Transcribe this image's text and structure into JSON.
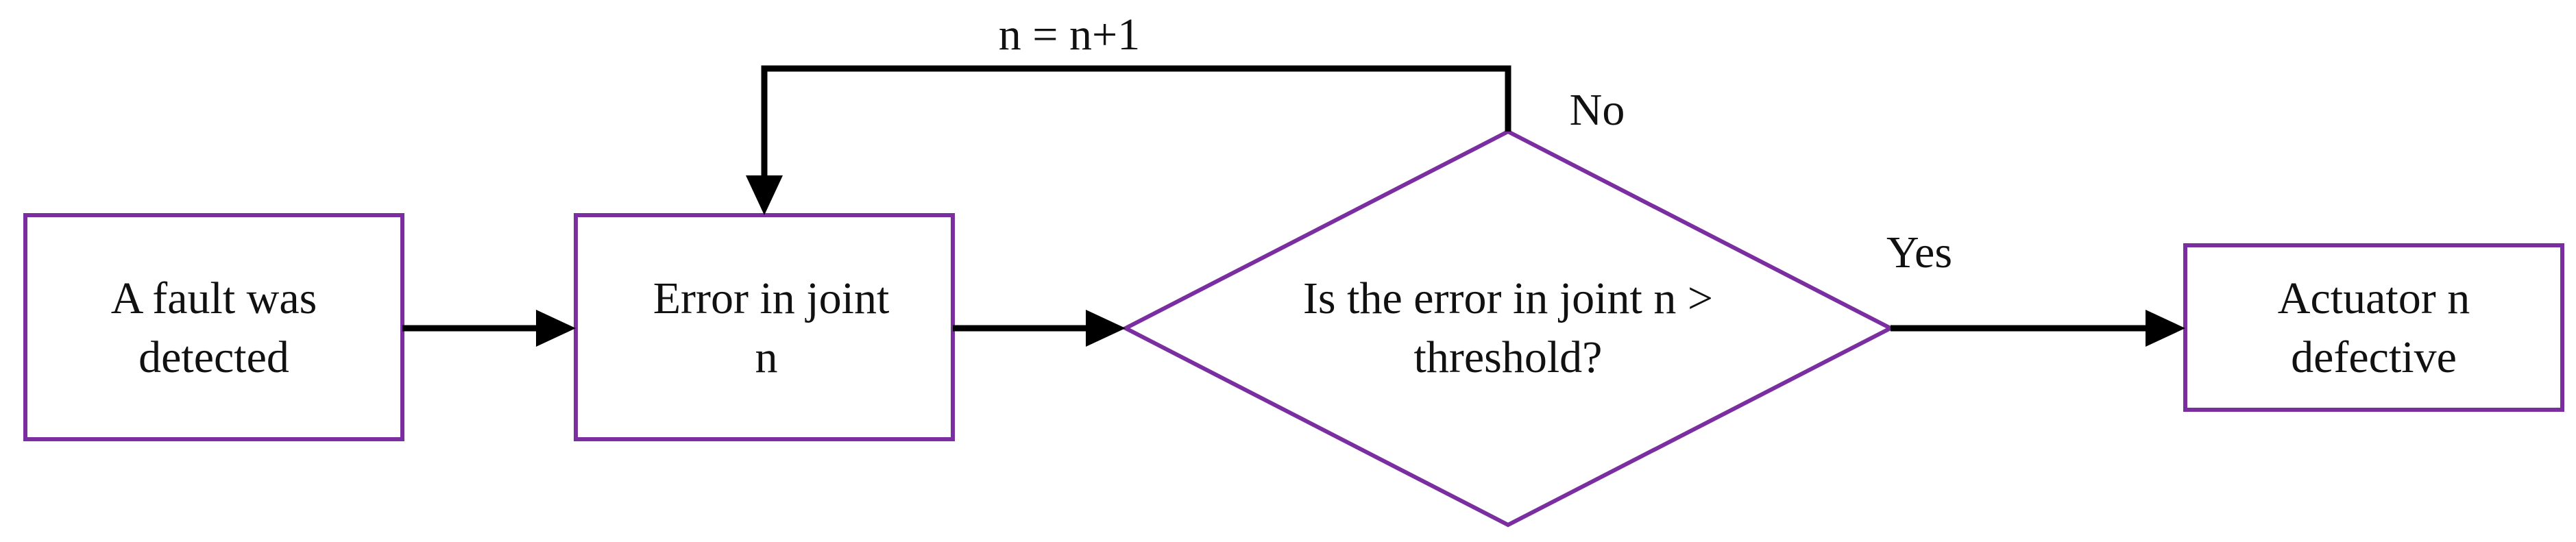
{
  "nodes": {
    "start": {
      "line1": "A fault was",
      "line2": "detected"
    },
    "error": {
      "line1": "Error in joint",
      "line2": "n"
    },
    "decision": {
      "line1": "Is the error in joint n >",
      "line2": "threshold?"
    },
    "end": {
      "line1": "Actuator n",
      "line2": "defective"
    }
  },
  "edges": {
    "loop_label": "n = n+1",
    "no_label": "No",
    "yes_label": "Yes"
  },
  "colors": {
    "node_border": "#7b2ea0",
    "arrow": "#000000",
    "text": "#111111"
  }
}
